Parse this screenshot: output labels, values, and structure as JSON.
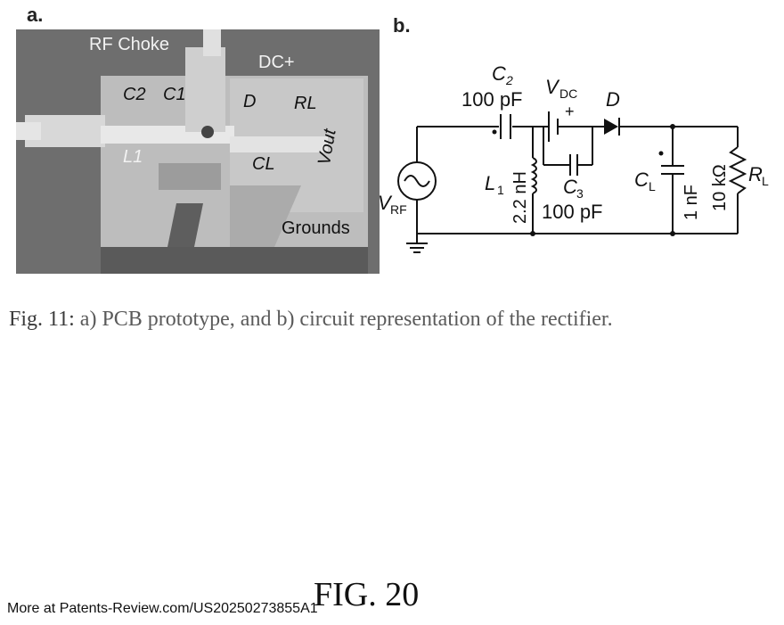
{
  "panel_a": {
    "label": "a.",
    "annotations": {
      "rf_choke": "RF Choke",
      "dc_plus": "DC+",
      "c2": "C2",
      "c1": "C1",
      "d": "D",
      "rl": "RL",
      "l1": "L1",
      "cl": "CL",
      "vout": "Vout",
      "grounds": "Grounds"
    }
  },
  "panel_b": {
    "label": "b.",
    "components": {
      "c2_name": "C",
      "c2_sub": "2",
      "c2_value": "100 pF",
      "vdc_name": "V",
      "vdc_sub": "DC",
      "plus": "+",
      "d": "D",
      "l1_name": "L",
      "l1_sub": "1",
      "l1_value": "2.2 nH",
      "c3_name": "C",
      "c3_sub": "3",
      "c3_value": "100 pF",
      "cl_name": "C",
      "cl_sub": "L",
      "cl_value": "1 nF",
      "rl_value": "10 kΩ",
      "rl_name": "R",
      "rl_sub": "L",
      "vrf_name": "V",
      "vrf_sub": "RF"
    }
  },
  "caption": {
    "prefix": "Fig. 11:",
    "text": " a) PCB prototype, and b) circuit representation of the rectifier."
  },
  "figure_title": "FIG. 20",
  "footer": "More at Patents-Review.com/US20250273855A1"
}
